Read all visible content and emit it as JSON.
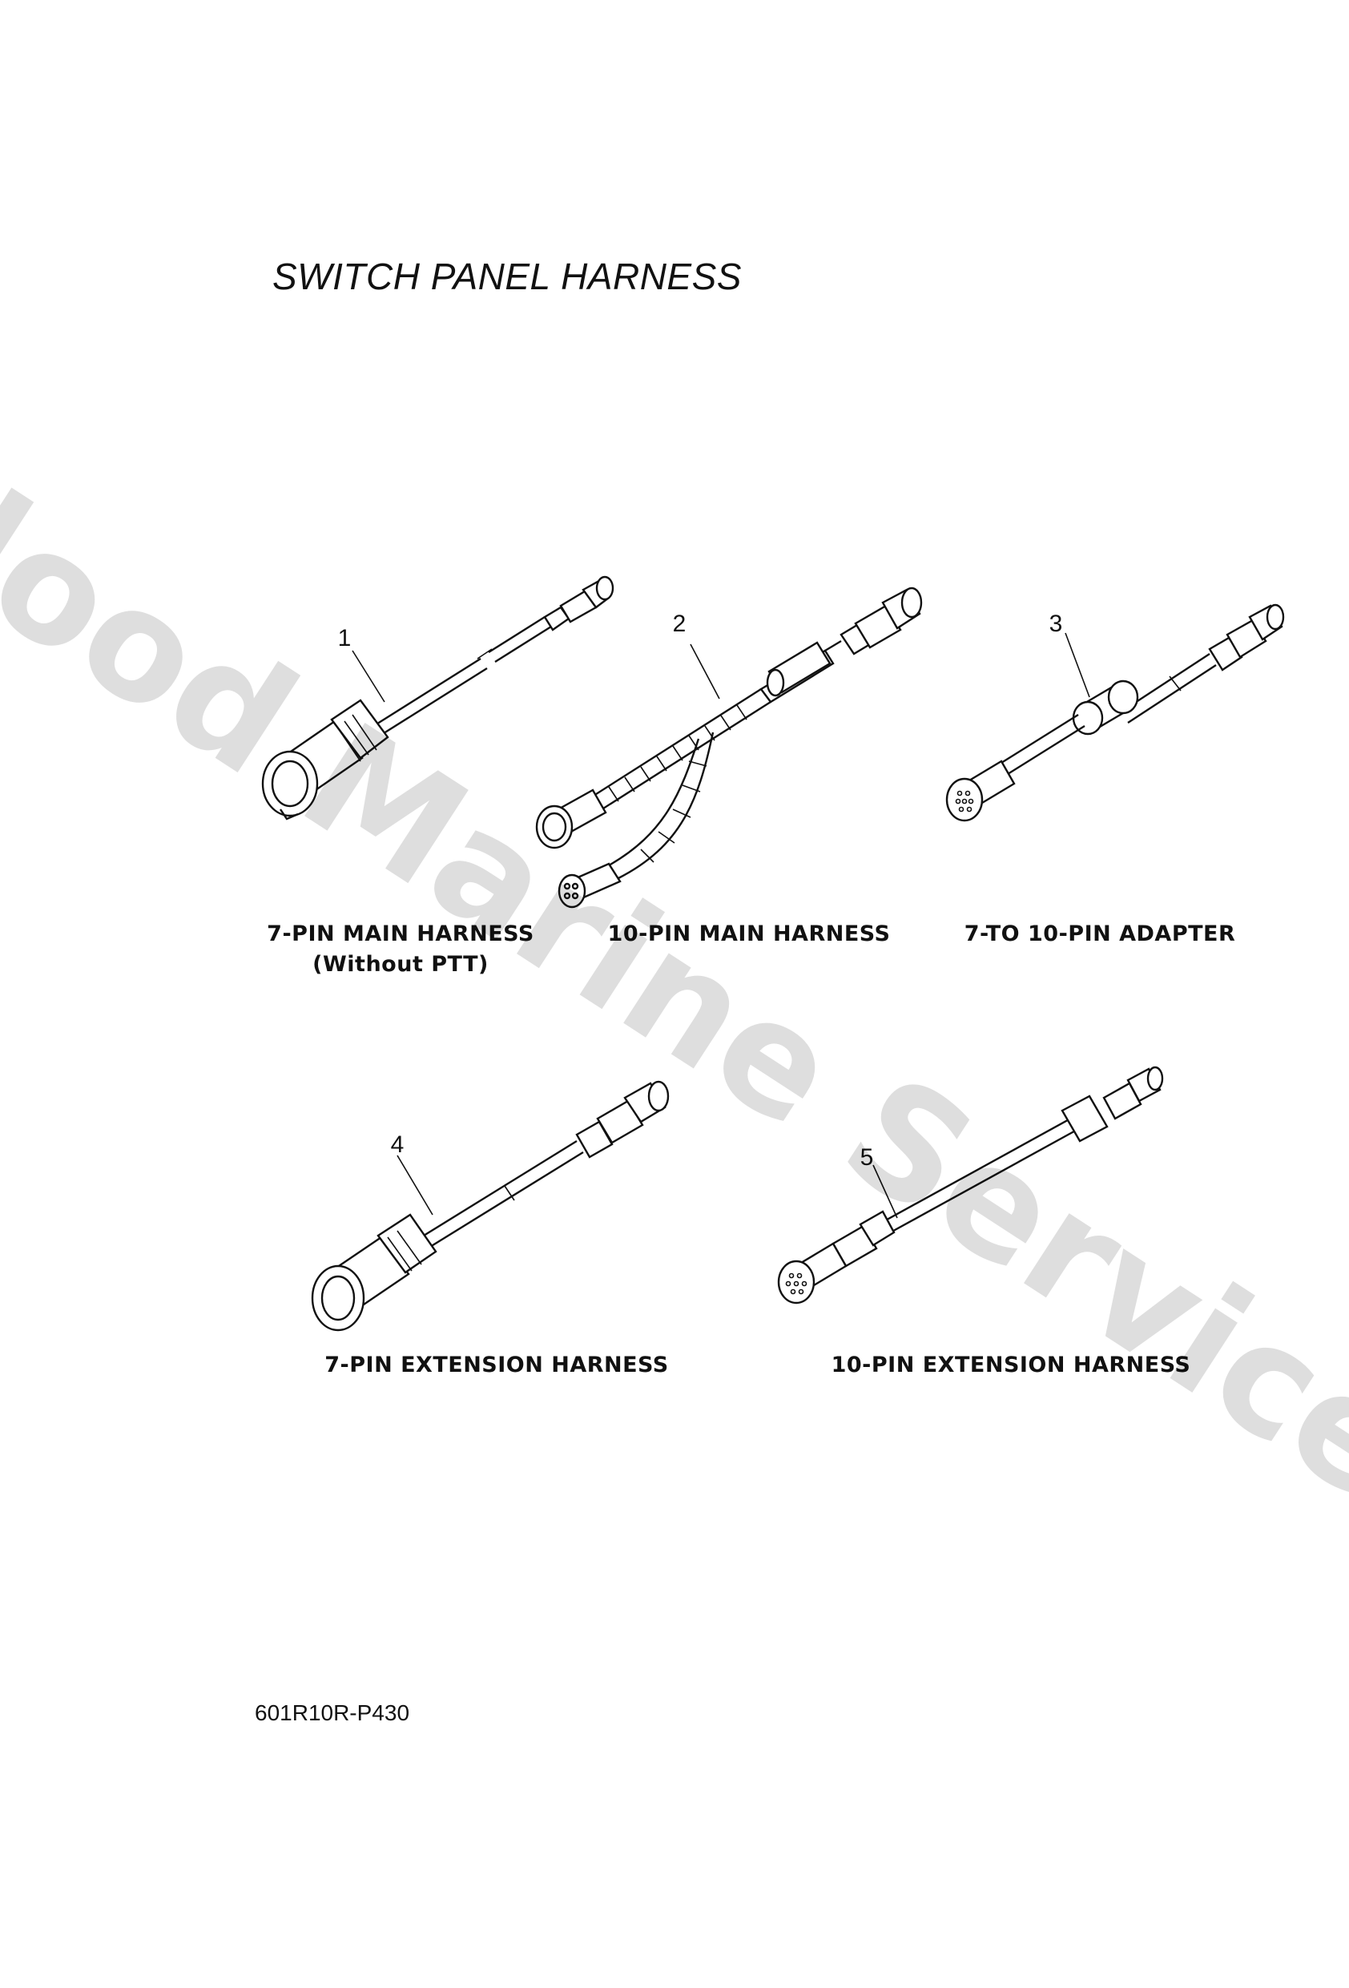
{
  "title": "SWITCH PANEL HARNESS",
  "watermark": "Flood Marine Services",
  "parts": [
    {
      "ref": "1",
      "label_line1": "7-PIN MAIN HARNESS",
      "label_line2": "(Without PTT)"
    },
    {
      "ref": "2",
      "label_line1": "10-PIN MAIN HARNESS"
    },
    {
      "ref": "3",
      "label_line1": "7-TO 10-PIN ADAPTER"
    },
    {
      "ref": "4",
      "label_line1": "7-PIN EXTENSION HARNESS"
    },
    {
      "ref": "5",
      "label_line1": "10-PIN EXTENSION HARNESS"
    }
  ],
  "drawing_code": "601R10R-P430"
}
